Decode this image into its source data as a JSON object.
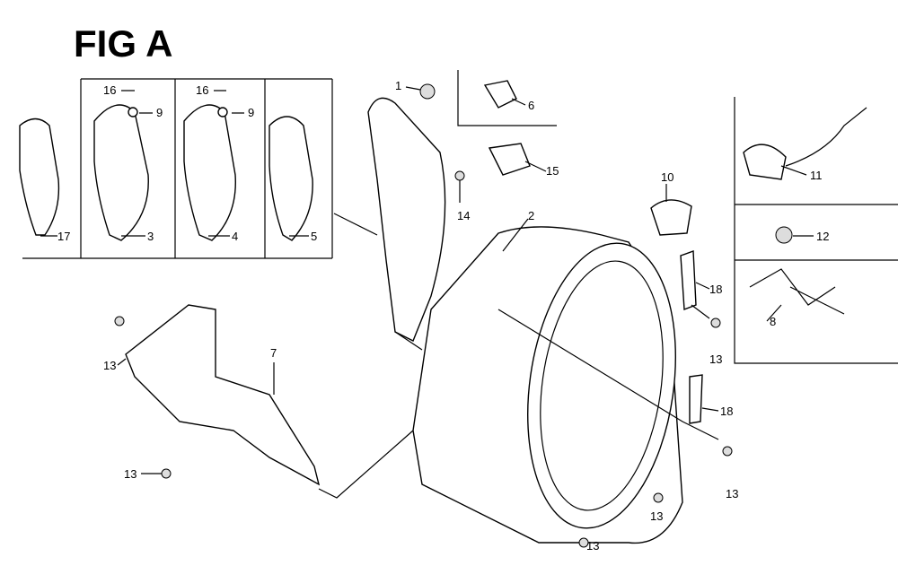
{
  "title": "FIG A",
  "callouts": [
    {
      "id": "c16a",
      "text": "16"
    },
    {
      "id": "c9a",
      "text": "9"
    },
    {
      "id": "c16b",
      "text": "16"
    },
    {
      "id": "c9b",
      "text": "9"
    },
    {
      "id": "c17",
      "text": "17"
    },
    {
      "id": "c3",
      "text": "3"
    },
    {
      "id": "c4",
      "text": "4"
    },
    {
      "id": "c5",
      "text": "5"
    },
    {
      "id": "c1",
      "text": "1"
    },
    {
      "id": "c6",
      "text": "6"
    },
    {
      "id": "c15",
      "text": "15"
    },
    {
      "id": "c14",
      "text": "14"
    },
    {
      "id": "c2",
      "text": "2"
    },
    {
      "id": "c10",
      "text": "10"
    },
    {
      "id": "c11",
      "text": "11"
    },
    {
      "id": "c12",
      "text": "12"
    },
    {
      "id": "c18a",
      "text": "18"
    },
    {
      "id": "c8",
      "text": "8"
    },
    {
      "id": "c13a",
      "text": "13"
    },
    {
      "id": "c18b",
      "text": "18"
    },
    {
      "id": "c13b",
      "text": "13"
    },
    {
      "id": "c13c",
      "text": "13"
    },
    {
      "id": "c13d",
      "text": "13"
    },
    {
      "id": "c13e",
      "text": "13"
    },
    {
      "id": "c7",
      "text": "7"
    },
    {
      "id": "c13f",
      "text": "13"
    }
  ]
}
